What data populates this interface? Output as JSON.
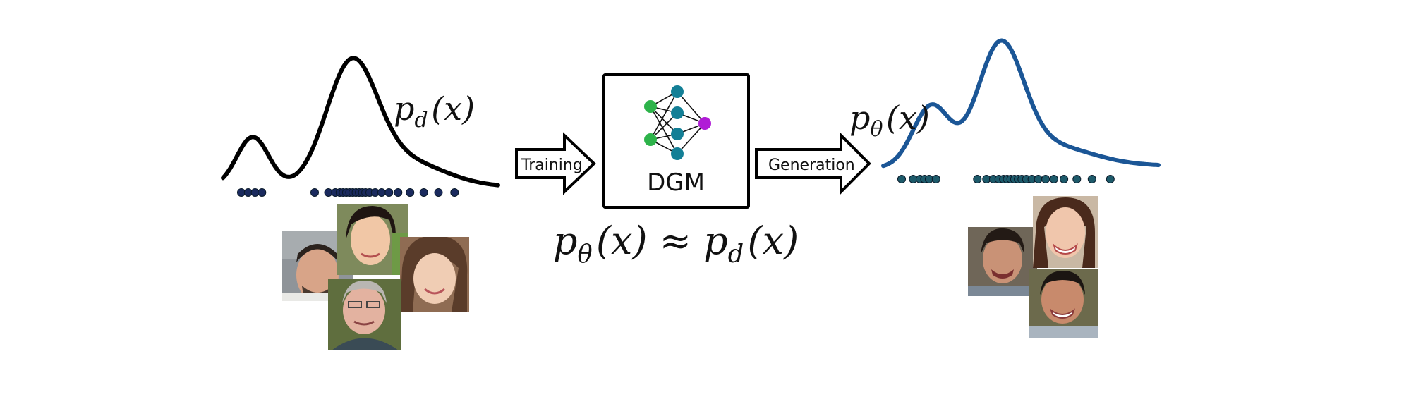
{
  "labels": {
    "pd": "p_d(x)",
    "ptheta_top": "p_θ(x)",
    "training": "Training",
    "generation": "Generation",
    "dgm": "DGM",
    "equation": "p_θ(x) ≈ p_d(x)"
  },
  "colors": {
    "data_curve": "#000000",
    "model_curve": "#1b5696",
    "data_points": "#1a2a5e",
    "model_points": "#1d5a6a",
    "nn_input": "#2db34a",
    "nn_hidden": "#137f96",
    "nn_output": "#b01cd6"
  },
  "icons": {
    "network": "neural-network-icon",
    "faces": "face-photo-icon"
  },
  "data_samples": [
    -2.6,
    -2.45,
    -2.3,
    -2.15,
    -1.0,
    -0.7,
    -0.55,
    -0.45,
    -0.38,
    -0.31,
    -0.24,
    -0.17,
    -0.1,
    -0.03,
    0.04,
    0.11,
    0.2,
    0.32,
    0.46,
    0.62,
    0.82,
    1.08,
    1.38,
    1.7,
    2.05
  ],
  "model_samples": [
    -2.6,
    -2.35,
    -2.2,
    -2.1,
    -2.0,
    -1.85,
    -0.95,
    -0.75,
    -0.6,
    -0.48,
    -0.38,
    -0.3,
    -0.22,
    -0.14,
    -0.06,
    0.02,
    0.12,
    0.24,
    0.38,
    0.54,
    0.72,
    0.94,
    1.22,
    1.55,
    1.95
  ]
}
